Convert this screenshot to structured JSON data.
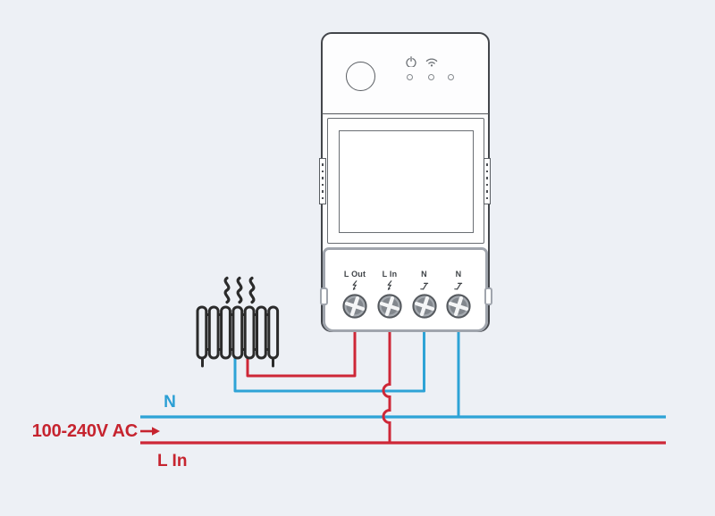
{
  "device": {
    "kind": "din-rail-smart-power-meter-switch",
    "indicator_icons": [
      "power-icon",
      "wifi-icon"
    ],
    "led_count": 3,
    "terminals": [
      {
        "label": "L Out",
        "symbol_icon": "lightning-icon"
      },
      {
        "label": "L In",
        "symbol_icon": "lightning-icon"
      },
      {
        "label": "N",
        "symbol_icon": "neutral-symbol-icon"
      },
      {
        "label": "N",
        "symbol_icon": "neutral-symbol-icon"
      }
    ]
  },
  "wiring": {
    "neutral_line_label": "N",
    "supply_voltage_label": "100-240V AC",
    "supply_arrow": "→",
    "live_in_line_label": "L In",
    "load_icon": "radiator-heater-icon"
  },
  "colors": {
    "background": "#edf0f5",
    "live_wire": "#ce2737",
    "neutral_wire": "#2ea3d6",
    "live_text": "#c6242f",
    "neutral_text": "#2b9fd4",
    "device_outline": "#43464b",
    "terminal_block_outline": "#a0a5ad",
    "load_icon_stroke": "#2b2b2b"
  }
}
